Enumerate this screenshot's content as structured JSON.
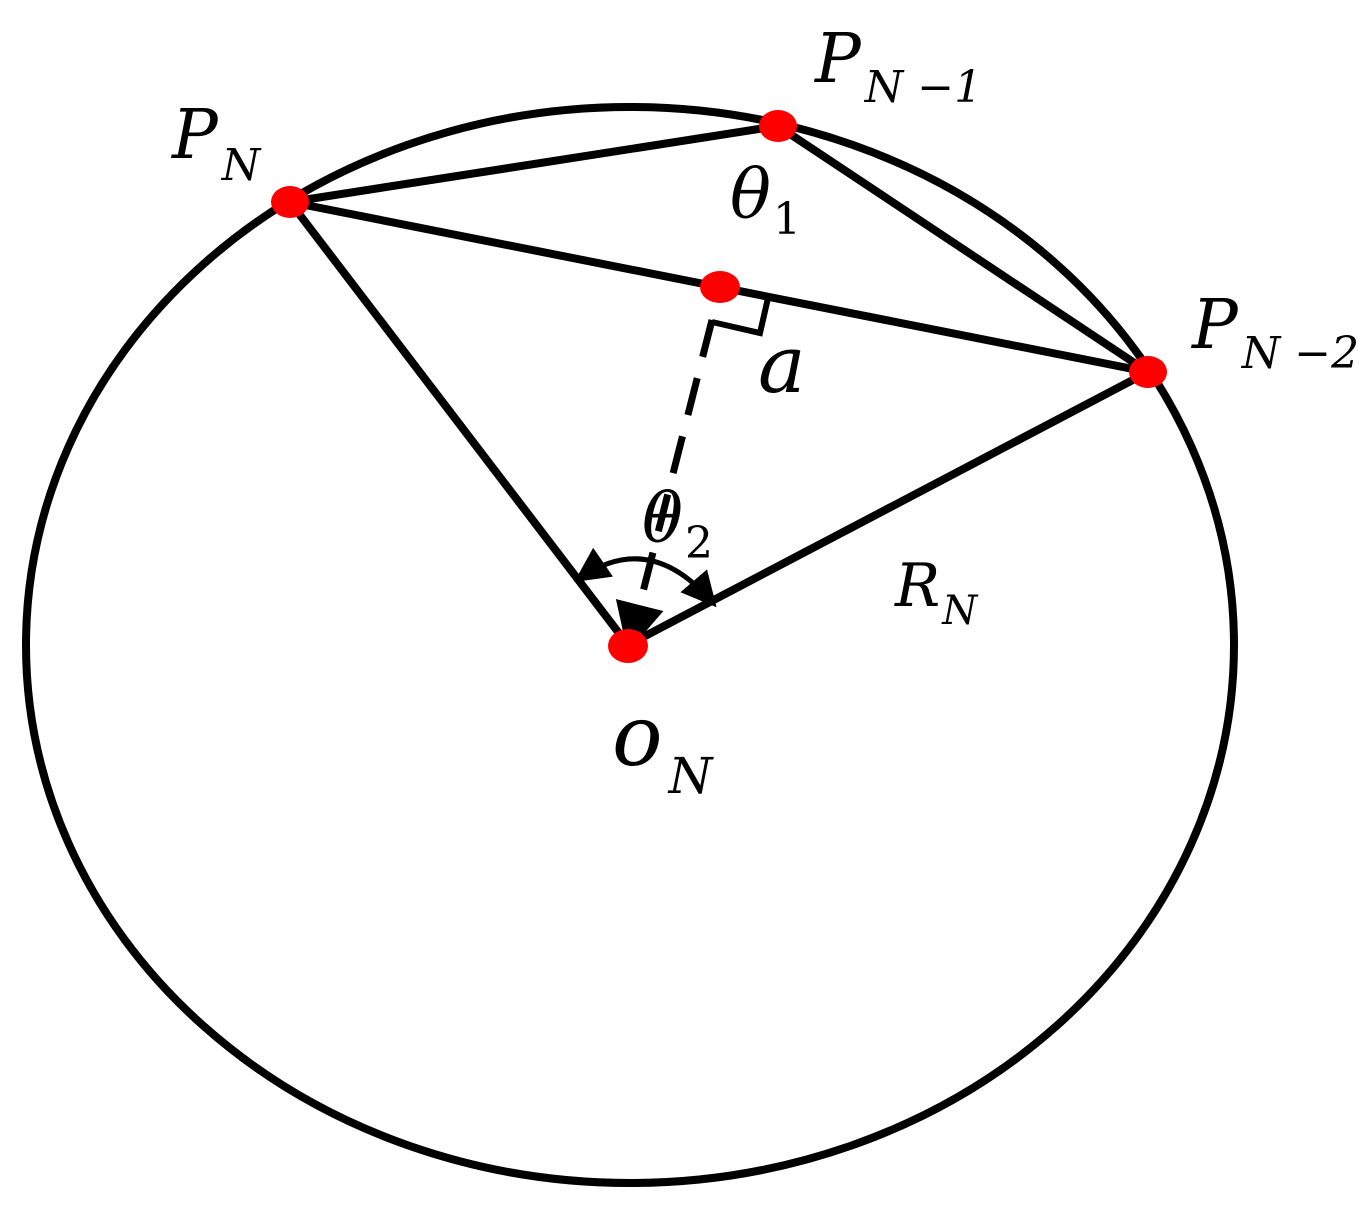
{
  "colors": {
    "stroke": "#000000",
    "point": "#ff0000",
    "background": "#ffffff"
  },
  "labels": {
    "p_n": {
      "main": "P",
      "sub": "N"
    },
    "p_n_minus_1": {
      "main": "P",
      "sub": "N −1"
    },
    "p_n_minus_2": {
      "main": "P",
      "sub": "N −2"
    },
    "theta1": {
      "main": "θ",
      "sub": "1"
    },
    "theta2": {
      "main": "θ",
      "sub": "2"
    },
    "a": {
      "main": "a"
    },
    "r_n": {
      "main": "R",
      "sub": "N"
    },
    "o_n": {
      "main": "o",
      "sub": "N"
    }
  }
}
